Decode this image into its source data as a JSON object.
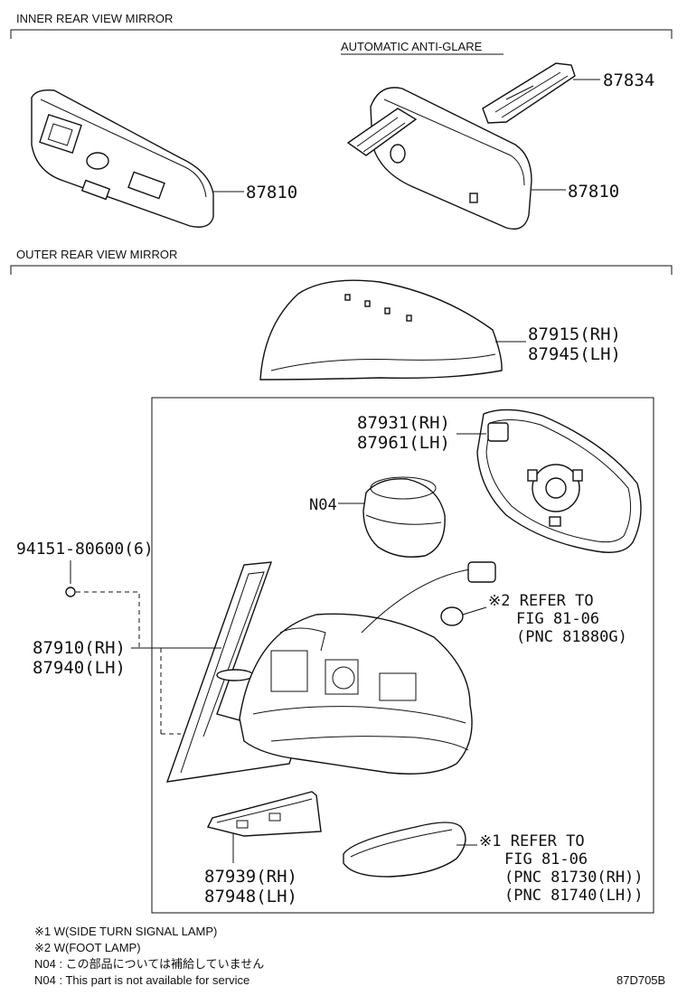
{
  "sections": {
    "inner_title": "INNER REAR VIEW MIRROR",
    "auto_anti_glare": "AUTOMATIC ANTI-GLARE",
    "outer_title": "OUTER REAR VIEW MIRROR"
  },
  "parts": {
    "p87810_left": "87810",
    "p87834": "87834",
    "p87810_right": "87810",
    "p87915": "87915(RH)",
    "p87945": "87945(LH)",
    "p87931": "87931(RH)",
    "p87961": "87961(LH)",
    "n04": "N04",
    "p94151": "94151-80600(6)",
    "p87910": "87910(RH)",
    "p87940": "87940(LH)",
    "refer2_l1": "※2 REFER TO",
    "refer2_l2": "FIG 81-06",
    "refer2_l3": "(PNC 81880G)",
    "refer1_l1": "※1 REFER TO",
    "refer1_l2": "FIG 81-06",
    "refer1_l3": "(PNC 81730(RH))",
    "refer1_l4": "(PNC 81740(LH))",
    "p87939": "87939(RH)",
    "p87948": "87948(LH)"
  },
  "notes": {
    "n1": "※1 W(SIDE TURN SIGNAL LAMP)",
    "n2": "※2 W(FOOT LAMP)",
    "n3": "N04 : この部品については補給していません",
    "n4": "N04 : This part is not available for service"
  },
  "figure_id": "87D705B"
}
